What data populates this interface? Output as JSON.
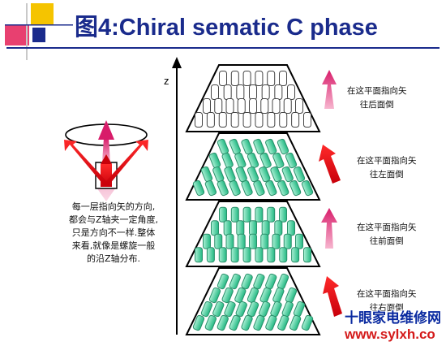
{
  "title": "图4:Chiral sematic C phase",
  "axis_label": "z",
  "description_lines": [
    "每一层指向矢的方向,",
    "都会与Z轴夹一定角度,",
    "只是方向不一样.整体",
    "来看,就像是螺旋一般",
    "的沿Z轴分布."
  ],
  "layer_notes": [
    {
      "line1": "在这平面指向矢",
      "line2": "往后面倒"
    },
    {
      "line1": "在这平面指向矢",
      "line2": "往左面倒"
    },
    {
      "line1": "在这平面指向矢",
      "line2": "往前面倒"
    },
    {
      "line1": "在这平面指向矢",
      "line2": "往右面倒"
    }
  ],
  "watermark": {
    "text": "十眼家电维修网",
    "url": "www.sylxh.co"
  },
  "colors": {
    "title": "#1a2b8c",
    "arrow_red": "#e8141c",
    "arrow_pink": "#e02070",
    "molecule_green": "#33cc99",
    "deco_yellow": "#f5c400",
    "deco_navy": "#1a2b8c"
  }
}
